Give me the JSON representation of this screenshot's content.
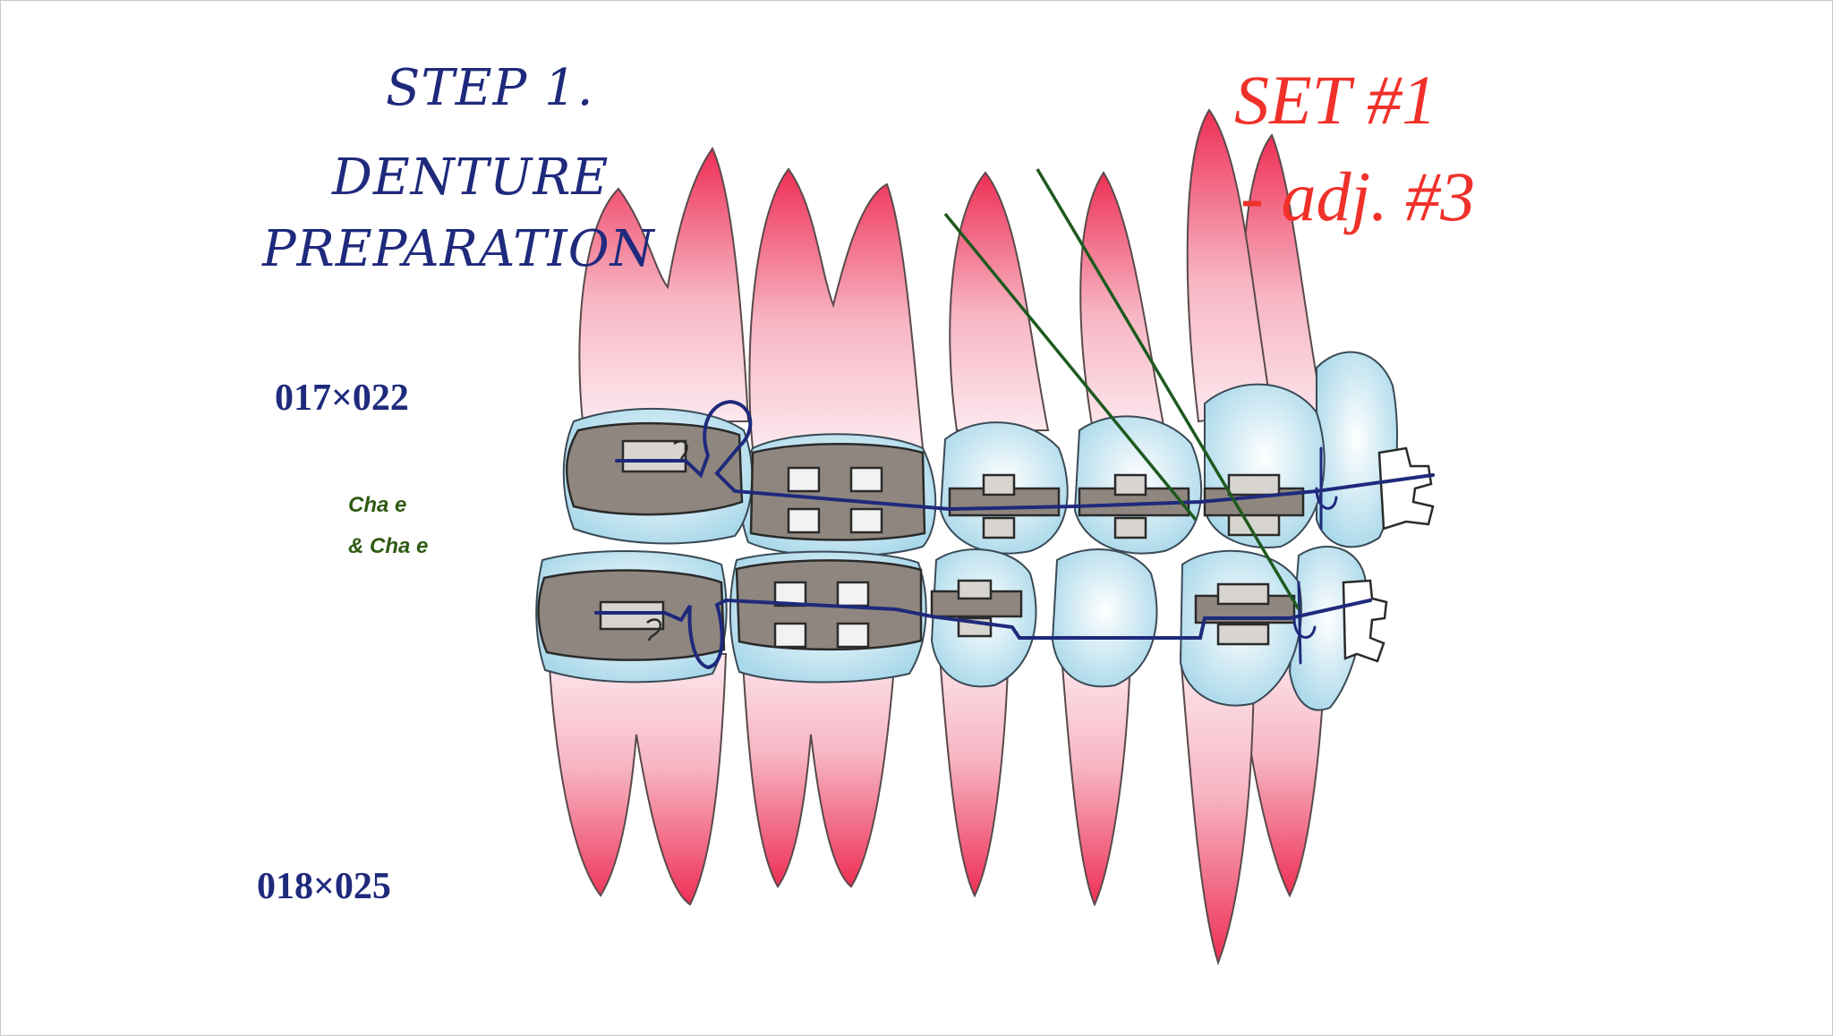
{
  "title": {
    "line1": "STEP 1.",
    "line2": "DENTURE",
    "line3": "PREPARATION"
  },
  "set_label": {
    "line1": "SET  #1",
    "line2": "- adj. #3"
  },
  "wire_upper": "017×022",
  "wire_lower": "018×025",
  "credit": {
    "line1": "Cha e",
    "line2": "& Cha e"
  },
  "colors": {
    "title": "#1f2a7c",
    "set": "#f0312a",
    "archwire": "#1f2a7c",
    "elastic": "#1e5a1e",
    "root": "#ee2f55",
    "crown": "#bfe2ef",
    "band": "#8f877f",
    "credit": "#2e5a12"
  }
}
